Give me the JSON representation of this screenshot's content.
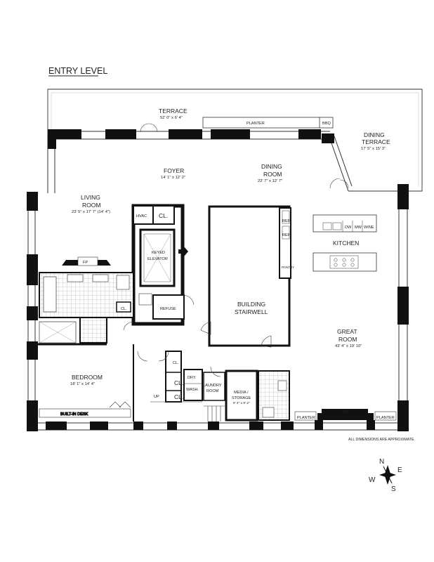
{
  "plan": {
    "title": "ENTRY LEVEL",
    "note": "ALL DIMENSIONS ARE APPROXIMATE.",
    "rooms": {
      "terrace": {
        "name": "TERRACE",
        "dim": "52' 0\" x 6' 4\""
      },
      "dining_terrace": {
        "name_1": "DINING",
        "name_2": "TERRACE",
        "dim": "17' 5\" x 15' 3\""
      },
      "foyer": {
        "name": "FOYER",
        "dim": "14' 1\" x 12' 2\""
      },
      "dining": {
        "name_1": "DINING",
        "name_2": "ROOM",
        "dim": "22' 7\" x 12' 7\""
      },
      "living": {
        "name_1": "LIVING",
        "name_2": "ROOM",
        "dim": "23' 5\" x 17' 7\" (14' 4\")"
      },
      "kitchen": {
        "name": "KITCHEN"
      },
      "elevator": {
        "name_1": "KEYED",
        "name_2": "ELEVATOR"
      },
      "stair": {
        "name_1": "BUILDING",
        "name_2": "STAIRWELL"
      },
      "great": {
        "name_1": "GREAT",
        "name_2": "ROOM",
        "dim": "43' 4\" x 19' 10\""
      },
      "bedroom": {
        "name": "BEDROOM",
        "dim": "18' 1\" x 14' 4\""
      },
      "laundry": {
        "name_1": "LAUNDRY",
        "name_2": "ROOM"
      },
      "media": {
        "name_1": "MEDIA /",
        "name_2": "STORAGE",
        "dim": "8' 4\" x 8' 2\""
      },
      "refuse": {
        "name": "REFUSE"
      }
    },
    "labels": {
      "planter": "PLANTER",
      "bbq": "BBQ",
      "hvac": "HVAC",
      "closet": "CL.",
      "fp": "FP",
      "ref": "REF.",
      "pantry": "PANTRY",
      "dw": "DW",
      "mw": "MW",
      "wine": "WINE",
      "up": "UP",
      "dry": "DRY.",
      "wash": "WASH.",
      "desk": "BUILT-IN DESK"
    },
    "compass": {
      "n": "N",
      "e": "E",
      "s": "S",
      "w": "W"
    }
  }
}
